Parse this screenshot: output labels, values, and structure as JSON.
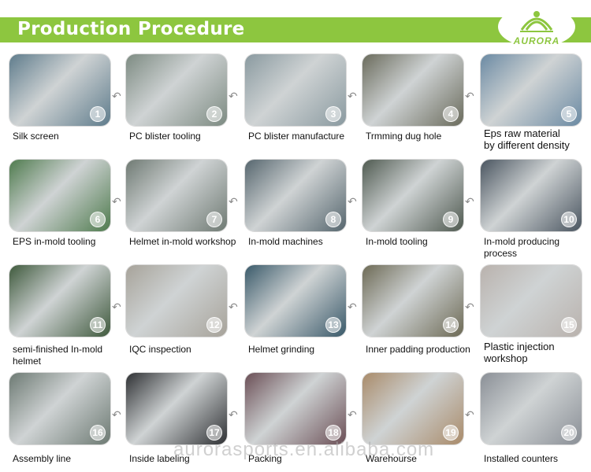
{
  "header": {
    "title": "Production Procedure"
  },
  "logo": {
    "text": "AURORA"
  },
  "watermark": "aurorasports.en.alibaba.com",
  "steps": [
    {
      "num": "1",
      "label": "Silk screen"
    },
    {
      "num": "2",
      "label": "PC blister tooling"
    },
    {
      "num": "3",
      "label": "PC blister manufacture"
    },
    {
      "num": "4",
      "label": "Trmming dug hole"
    },
    {
      "num": "5",
      "label": "Eps raw material\nby different density"
    },
    {
      "num": "6",
      "label": "EPS in-mold tooling"
    },
    {
      "num": "7",
      "label": "Helmet in-mold workshop"
    },
    {
      "num": "8",
      "label": "In-mold machines"
    },
    {
      "num": "9",
      "label": "In-mold tooling"
    },
    {
      "num": "10",
      "label": "In-mold producing\nprocess"
    },
    {
      "num": "11",
      "label": "semi-finished In-mold\nhelmet"
    },
    {
      "num": "12",
      "label": "IQC inspection"
    },
    {
      "num": "13",
      "label": "Helmet grinding"
    },
    {
      "num": "14",
      "label": "Inner padding production"
    },
    {
      "num": "15",
      "label": "Plastic injection\nworkshop"
    },
    {
      "num": "16",
      "label": "Assembly line"
    },
    {
      "num": "17",
      "label": "Inside labeling"
    },
    {
      "num": "18",
      "label": "Packing"
    },
    {
      "num": "19",
      "label": "Warehourse"
    },
    {
      "num": "20",
      "label": "Installed counters"
    }
  ],
  "colors": {
    "brand_green": "#8dc63f"
  }
}
